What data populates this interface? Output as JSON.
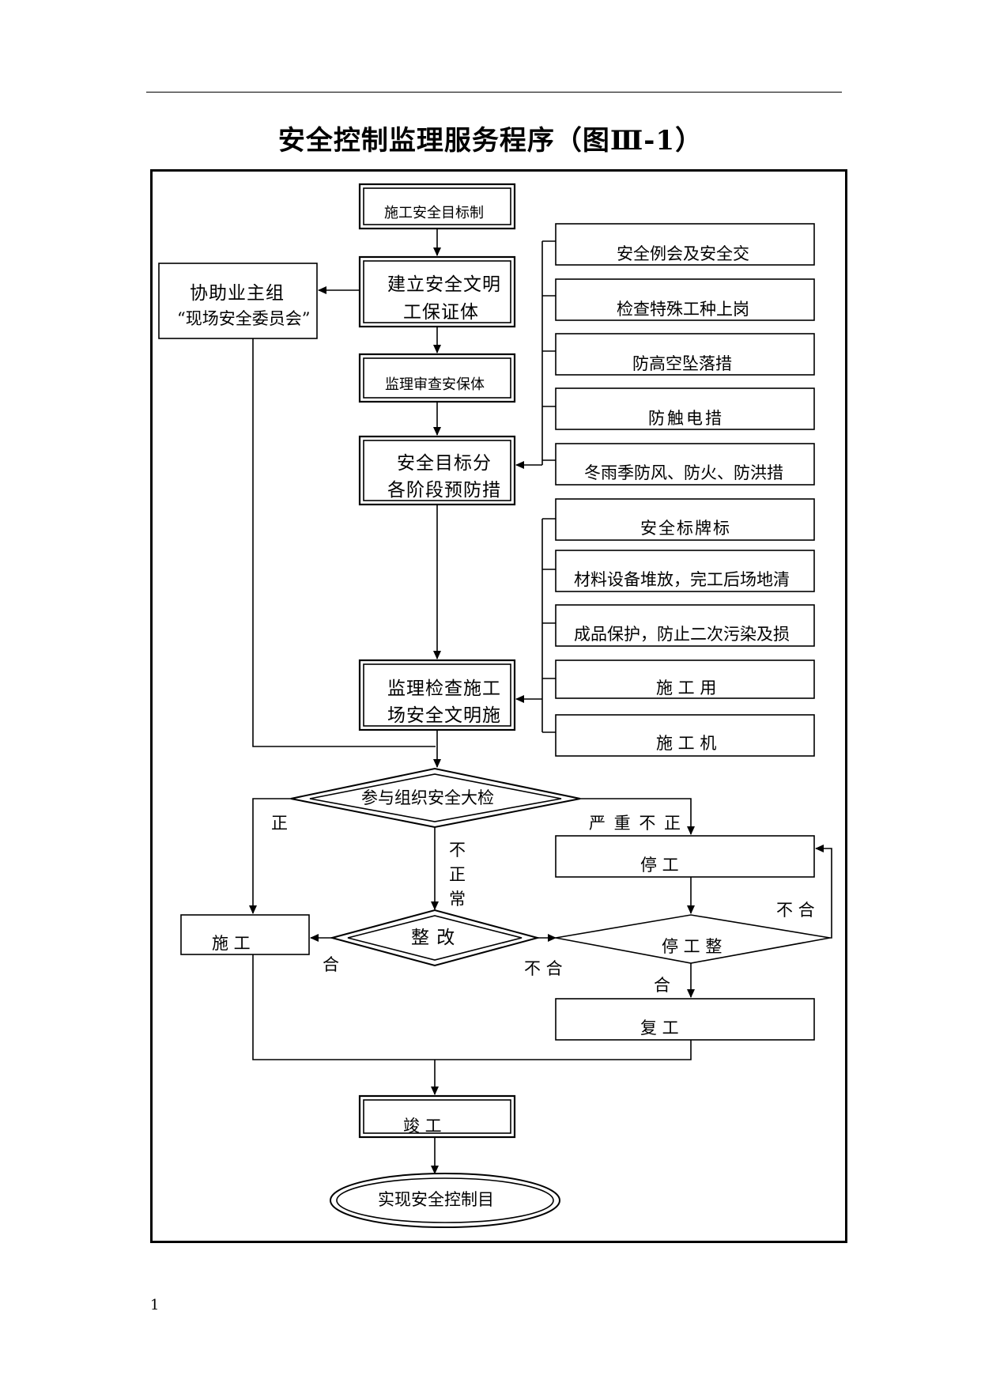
{
  "page": {
    "title": "安全控制监理服务程序（图Ⅲ-1）",
    "page_number": "1"
  },
  "flow": {
    "target_system": "施工安全目标制",
    "establish": [
      "建立安全文明",
      "工保证体"
    ],
    "owner_committee": [
      "协助业主组",
      "“现场安全委员会”"
    ],
    "review": "监理审查安保体",
    "decompose": [
      "安全目标分",
      "各阶段预防措"
    ],
    "measures_a": [
      "安全例会及安全交",
      "检查特殊工种上岗",
      "防高空坠落措",
      "防触电措",
      "冬雨季防风、防火、防洪措"
    ],
    "measures_b": [
      "安全标牌标",
      "材料设备堆放，完工后场地清",
      "成品保护，防止二次污染及损",
      "施 工 用",
      "施 工 机"
    ],
    "inspect": [
      "监理检查施工",
      "场安全文明施"
    ],
    "big_check": "参与组织安全大检",
    "rectify": "整 改",
    "construction": "施      工",
    "stop_work": "停          工",
    "stop_rectify": "停 工 整",
    "resume": "复          工",
    "complete": "竣      工",
    "goal": "实现安全控制目",
    "edge_normal": "正",
    "edge_abnormal": [
      "不",
      "正",
      "常"
    ],
    "edge_serious": "严 重 不 正",
    "edge_pass_left": "合",
    "edge_fail_mid": "不  合",
    "edge_fail_right": "不  合",
    "edge_pass_bottom": "合"
  }
}
